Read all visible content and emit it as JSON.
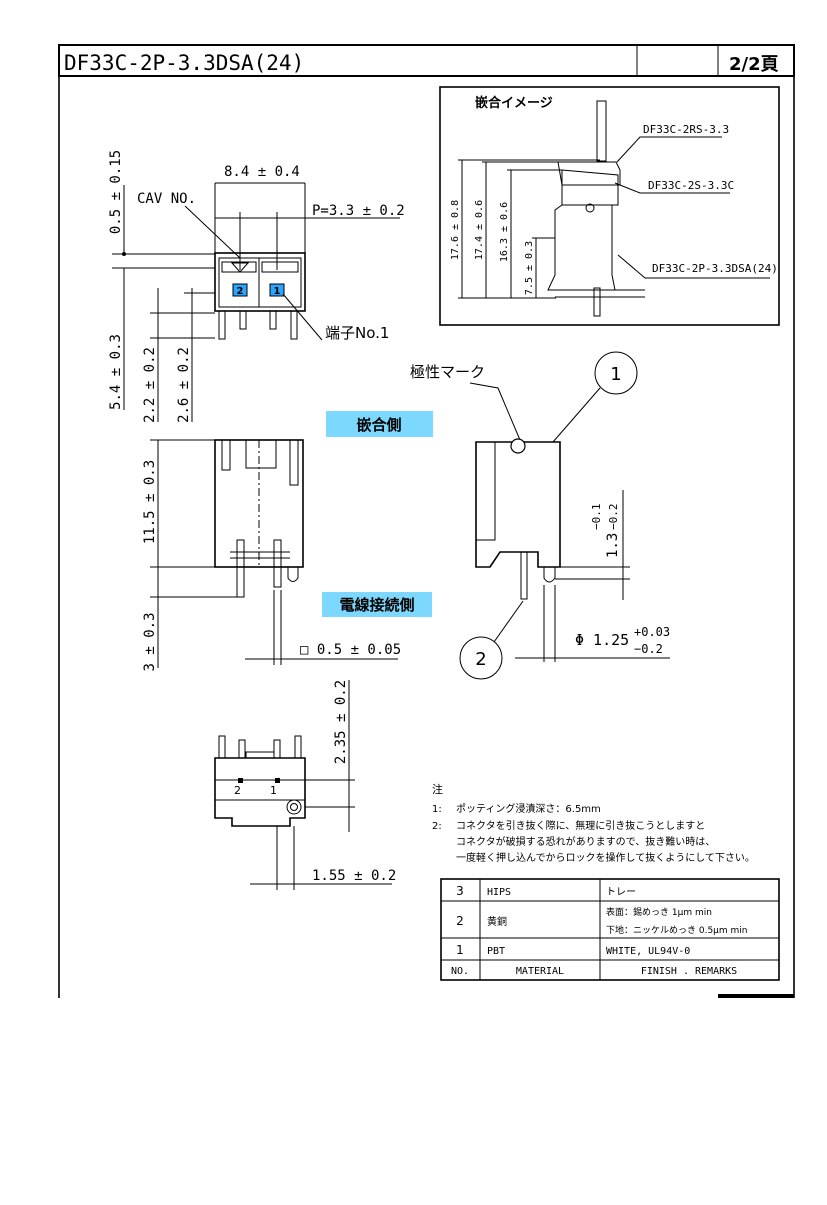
{
  "title_block": {
    "part_number": "DF33C-2P-3.3DSA(24)",
    "page": "2/2頁"
  },
  "inset": {
    "title": "嵌合イメージ",
    "labels": [
      "DF33C-2RS-3.3",
      "DF33C-2S-3.3C",
      "DF33C-2P-3.3DSA(24)"
    ],
    "dims": [
      "17.6 ± 0.8",
      "17.4 ± 0.6",
      "16.3 ± 0.6",
      "7.5 ± 0.3"
    ]
  },
  "top_view": {
    "width_dim": "8.4 ± 0.4",
    "pitch_dim": "P=3.3 ± 0.2",
    "cav_label": "CAV NO.",
    "terminal_label": "端子No.1",
    "offset_dim": "0.5 ± 0.15",
    "height_dims": [
      "5.4 ± 0.3",
      "2.2 ± 0.2",
      "2.6 ± 0.2"
    ],
    "cav_numbers": [
      "2",
      "1"
    ]
  },
  "front_view": {
    "mating_side": "嵌合側",
    "wire_side": "電線接続側",
    "height_dim": "11.5 ± 0.3",
    "pin_dim": "3 ± 0.3",
    "square_dim": "□ 0.5 ± 0.05"
  },
  "side_view": {
    "polarity_mark": "極性マーク",
    "callout_1": "1",
    "callout_2": "2",
    "dim_13": "1.3",
    "dim_13_upper": "−0.1",
    "dim_13_lower": "−0.2",
    "diameter_dim": "Φ 1.25",
    "diameter_upper": "+0.03",
    "diameter_lower": "−0.2"
  },
  "bottom_view": {
    "dim_235": "2.35 ± 0.2",
    "dim_155": "1.55 ± 0.2",
    "cav_numbers": [
      "2",
      "1"
    ]
  },
  "notes": {
    "heading": "注",
    "items": [
      {
        "num": "1:",
        "text": "ポッティング浸漬深さ：6.5mm"
      },
      {
        "num": "2:",
        "text": "コネクタを引き抜く際に、無理に引き抜こうとしますと"
      },
      {
        "num": "",
        "text": "コネクタが破損する恐れがありますので、抜き難い時は、"
      },
      {
        "num": "",
        "text": "一度軽く押し込んでからロックを操作して抜くようにして下さい。"
      }
    ]
  },
  "materials_table": {
    "headers": {
      "no": "NO.",
      "material": "MATERIAL",
      "finish": "FINISH . REMARKS"
    },
    "rows": [
      {
        "no": "3",
        "material": "HIPS",
        "finish": [
          "トレー"
        ]
      },
      {
        "no": "2",
        "material": "黄銅",
        "finish": [
          "表面：錫めっき 1μm min",
          "下地：ニッケルめっき 0.5μm min"
        ]
      },
      {
        "no": "1",
        "material": "PBT",
        "finish": [
          "WHITE, UL94V-0"
        ]
      }
    ]
  }
}
